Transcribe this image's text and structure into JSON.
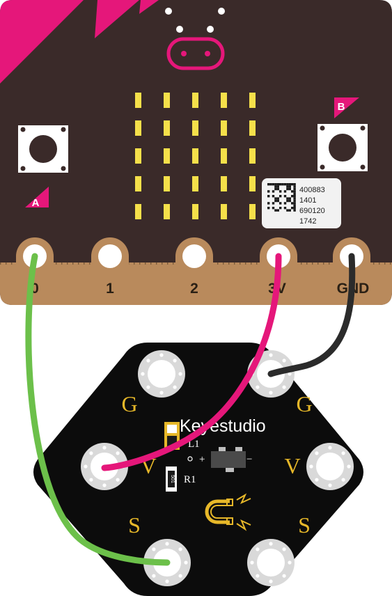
{
  "microbit": {
    "pins": [
      "0",
      "1",
      "2",
      "3V",
      "GND"
    ],
    "button_a": "A",
    "button_b": "B",
    "serial_lines": [
      "400883",
      "1401",
      "690120",
      "1742"
    ]
  },
  "module": {
    "brand": "Keyestudio",
    "labels": {
      "g_left": "G",
      "g_right": "G",
      "v_left": "V",
      "v_right": "V",
      "s_left": "S",
      "s_right": "S",
      "l1": "L1",
      "r1": "R1",
      "plus": "+",
      "minus": "−",
      "resistor_code": "501"
    }
  },
  "wires": [
    {
      "from": "0",
      "to": "S",
      "color": "#6cc04a"
    },
    {
      "from": "3V",
      "to": "V",
      "color": "#e5177a"
    },
    {
      "from": "GND",
      "to": "G",
      "color": "#2b2b2b"
    }
  ],
  "colors": {
    "board": "#3a2a29",
    "edge": "#b98a5c",
    "accent": "#e5177a",
    "led": "#f5e04a",
    "module": "#0c0c0c",
    "silk": "#e7b829"
  },
  "icons": [
    "magnet-icon",
    "magnetic-field-icon"
  ]
}
